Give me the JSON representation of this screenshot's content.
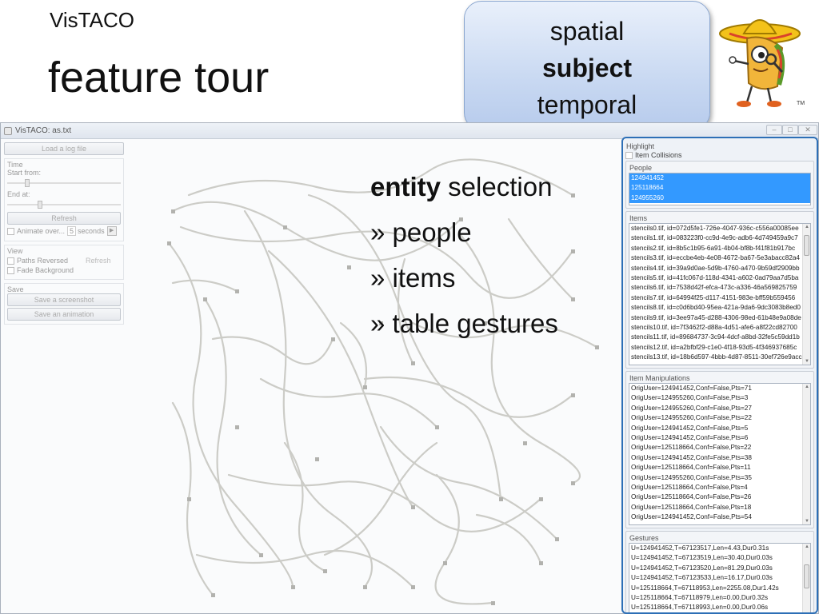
{
  "slide": {
    "subtitle": "VisTACO",
    "title": "feature tour",
    "tags": {
      "line1": "spatial",
      "line2": "subject",
      "line3": "temporal"
    },
    "trademark": "TM",
    "features": {
      "bold": "entity",
      "rest": " selection",
      "item1": "» people",
      "item2": "» items",
      "item3": "» table gestures"
    }
  },
  "window": {
    "title": "VisTACO: as.txt"
  },
  "left_panel": {
    "load_button": "Load a log file",
    "time_label": "Time",
    "start_label": "Start from:",
    "end_label": "End at:",
    "refresh_button": "Refresh",
    "animate_label": "Animate over...",
    "seconds_value": "5",
    "seconds_label": "seconds",
    "view_label": "View",
    "paths_reversed": "Paths Reversed",
    "view_refresh": "Refresh",
    "fade_background": "Fade Background",
    "save_label": "Save",
    "save_screenshot": "Save a screenshot",
    "save_animation": "Save an animation"
  },
  "right_panel": {
    "highlight_label": "Highlight",
    "item_collisions": "Item Collisions",
    "people_label": "People",
    "people": [
      "124941452",
      "125118664",
      "124955260"
    ],
    "items_label": "Items",
    "items": [
      "stencils0.tif, id=072d5fe1-726e-4047-936c-c556a00085ee",
      "stencils1.tif, id=083223f0-cc9d-4e9c-adb6-4d749459a9c7",
      "stencils2.tif, id=8b5c1b95-6a91-4b04-bf8b-f41f81b917bc",
      "stencils3.tif, id=eccbe4eb-4e08-4672-ba67-5e3abacc82a4",
      "stencils4.tif, id=39a9d0ae-5d9b-4760-a470-9b59df2909bb",
      "stencils5.tif, id=41fc067d-118d-4341-a602-0ad79aa7d5ba",
      "stencils6.tif, id=7538d42f-efca-473c-a336-46a569825759",
      "stencils7.tif, id=64994f25-d117-4151-983e-bff59b559456",
      "stencils8.tif, id=c0d6bd40-95ea-421a-9da6-9dc3083b8ed0",
      "stencils9.tif, id=3ee97a45-d288-4306-98ed-61b48e9a08de",
      "stencils10.tif, id=7f3462f2-d88a-4d51-afe6-a8f22cd82700",
      "stencils11.tif, id=89684737-3c94-4dcf-a8bd-32fe5c59dd1b",
      "stencils12.tif, id=a2bfbf29-c1e0-4f18-93d5-4f346937685c",
      "stencils13.tif, id=18b6d597-4bbb-4d87-8511-30ef726e9acc"
    ],
    "manipulations_label": "Item Manipulations",
    "manipulations": [
      "OrigUser=124941452,Conf=False,Pts=71",
      "OrigUser=124955260,Conf=False,Pts=3",
      "OrigUser=124955260,Conf=False,Pts=27",
      "OrigUser=124955260,Conf=False,Pts=22",
      "OrigUser=124941452,Conf=False,Pts=5",
      "OrigUser=124941452,Conf=False,Pts=6",
      "OrigUser=125118664,Conf=False,Pts=22",
      "OrigUser=124941452,Conf=False,Pts=38",
      "OrigUser=125118664,Conf=False,Pts=11",
      "OrigUser=124955260,Conf=False,Pts=35",
      "OrigUser=125118664,Conf=False,Pts=4",
      "OrigUser=125118664,Conf=False,Pts=26",
      "OrigUser=125118664,Conf=False,Pts=18",
      "OrigUser=124941452,Conf=False,Pts=54"
    ],
    "gestures_label": "Gestures",
    "gestures": [
      "U=124941452,T=67123517,Len=4.43,Dur0.31s",
      "U=124941452,T=67123519,Len=30.40,Dur0.03s",
      "U=124941452,T=67123520,Len=81.29,Dur0.03s",
      "U=124941452,T=67123533,Len=16.17,Dur0.03s",
      "U=125118664,T=67118953,Len=2255.08,Dur1.42s",
      "U=125118664,T=67118979,Len=0.00,Dur0.32s",
      "U=125118664,T=67118993,Len=0.00,Dur0.06s"
    ]
  }
}
